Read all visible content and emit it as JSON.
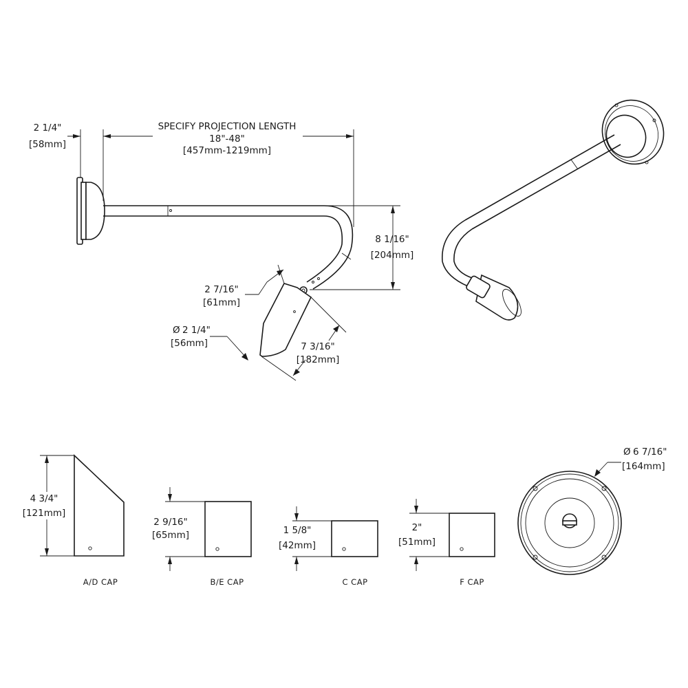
{
  "projection": {
    "title": "SPECIFY PROJECTION LENGTH",
    "range_in": "18\"-48\"",
    "range_mm": "[457mm-1219mm]"
  },
  "dims": {
    "plate_depth": {
      "in": "2 1/4\"",
      "mm": "[58mm]"
    },
    "drop_height": {
      "in": "8 1/16\"",
      "mm": "[204mm]"
    },
    "head_offset": {
      "in": "2 7/16\"",
      "mm": "[61mm]"
    },
    "head_diameter": {
      "in": "2 1/4\"",
      "mm": "[56mm]"
    },
    "head_length": {
      "in": "7 3/16\"",
      "mm": "[182mm]"
    },
    "ad_cap": {
      "in": "4 3/4\"",
      "mm": "[121mm]"
    },
    "be_cap": {
      "in": "2 9/16\"",
      "mm": "[65mm]"
    },
    "c_cap": {
      "in": "1 5/8\"",
      "mm": "[42mm]"
    },
    "f_cap": {
      "in": "2\"",
      "mm": "[51mm]"
    },
    "plate_diameter": {
      "in": "6 7/16\"",
      "mm": "[164mm]"
    }
  },
  "symbols": {
    "diameter": "Ø"
  },
  "caps": {
    "ad": "A/D CAP",
    "be": "B/E CAP",
    "c": "C CAP",
    "f": "F CAP"
  }
}
